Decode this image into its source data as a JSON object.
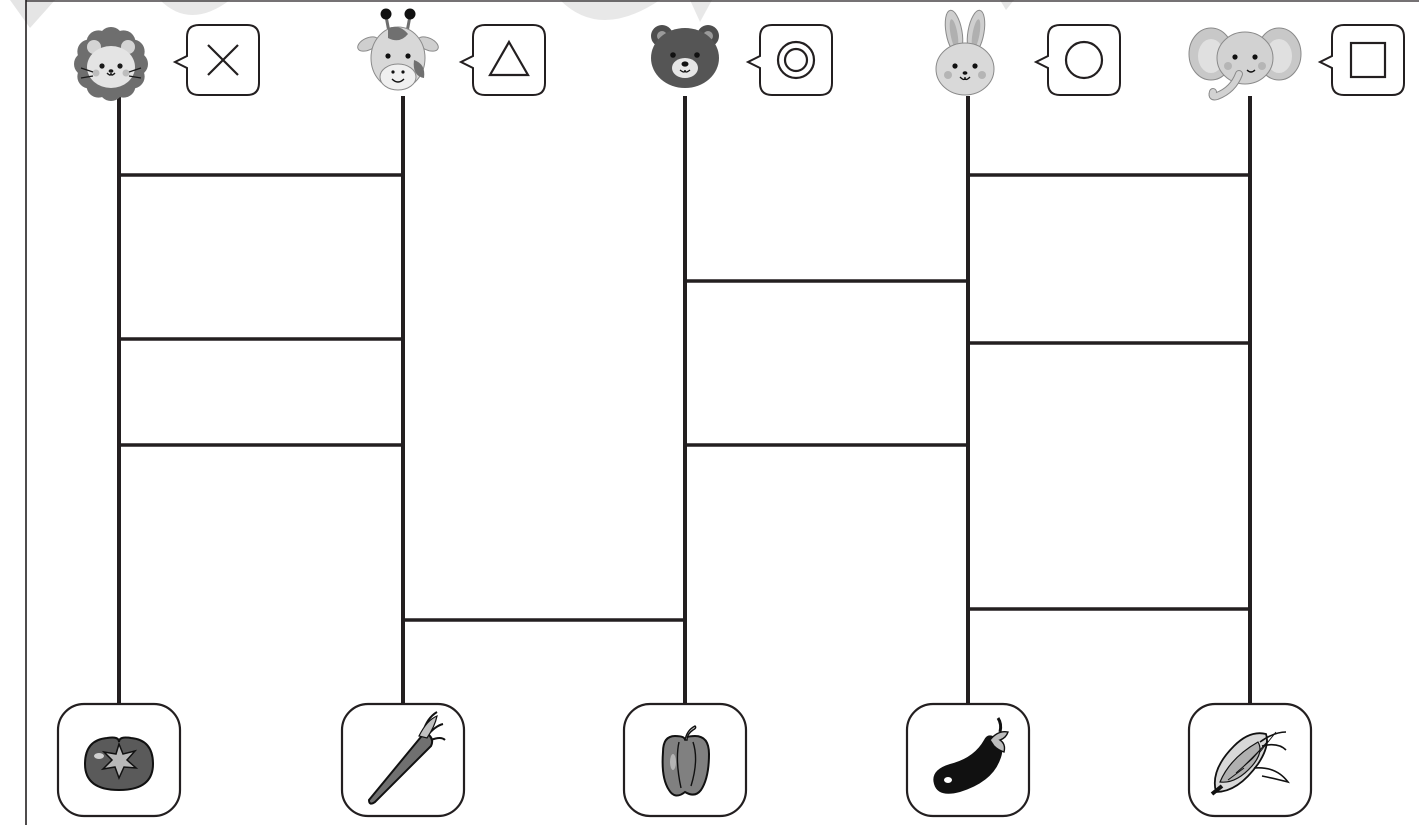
{
  "puzzle": {
    "type": "amidakuji",
    "animals": [
      {
        "name": "lion",
        "icon": "lion-face-icon",
        "symbol": "cross"
      },
      {
        "name": "giraffe",
        "icon": "giraffe-face-icon",
        "symbol": "triangle"
      },
      {
        "name": "bear",
        "icon": "bear-face-icon",
        "symbol": "double-circle"
      },
      {
        "name": "rabbit",
        "icon": "rabbit-face-icon",
        "symbol": "circle"
      },
      {
        "name": "elephant",
        "icon": "elephant-face-icon",
        "symbol": "square"
      }
    ],
    "vegetables": [
      {
        "name": "tomato",
        "icon": "tomato-icon"
      },
      {
        "name": "carrot",
        "icon": "carrot-icon"
      },
      {
        "name": "bell-pepper",
        "icon": "bell-pepper-icon"
      },
      {
        "name": "eggplant",
        "icon": "eggplant-icon"
      },
      {
        "name": "corn",
        "icon": "corn-icon"
      }
    ],
    "rungs": [
      {
        "between": [
          1,
          2
        ],
        "level": 1
      },
      {
        "between": [
          4,
          5
        ],
        "level": 1
      },
      {
        "between": [
          3,
          4
        ],
        "level": 2
      },
      {
        "between": [
          1,
          2
        ],
        "level": 3
      },
      {
        "between": [
          4,
          5
        ],
        "level": 3
      },
      {
        "between": [
          1,
          2
        ],
        "level": 4
      },
      {
        "between": [
          3,
          4
        ],
        "level": 4
      },
      {
        "between": [
          2,
          3
        ],
        "level": 5
      },
      {
        "between": [
          4,
          5
        ],
        "level": 5
      }
    ],
    "colors": {
      "line": "#231f20",
      "face_light": "#d4d4d4",
      "face_mid": "#9a9a9a",
      "face_dark": "#6e6e6e",
      "watermark": "#e0e0e0"
    }
  }
}
